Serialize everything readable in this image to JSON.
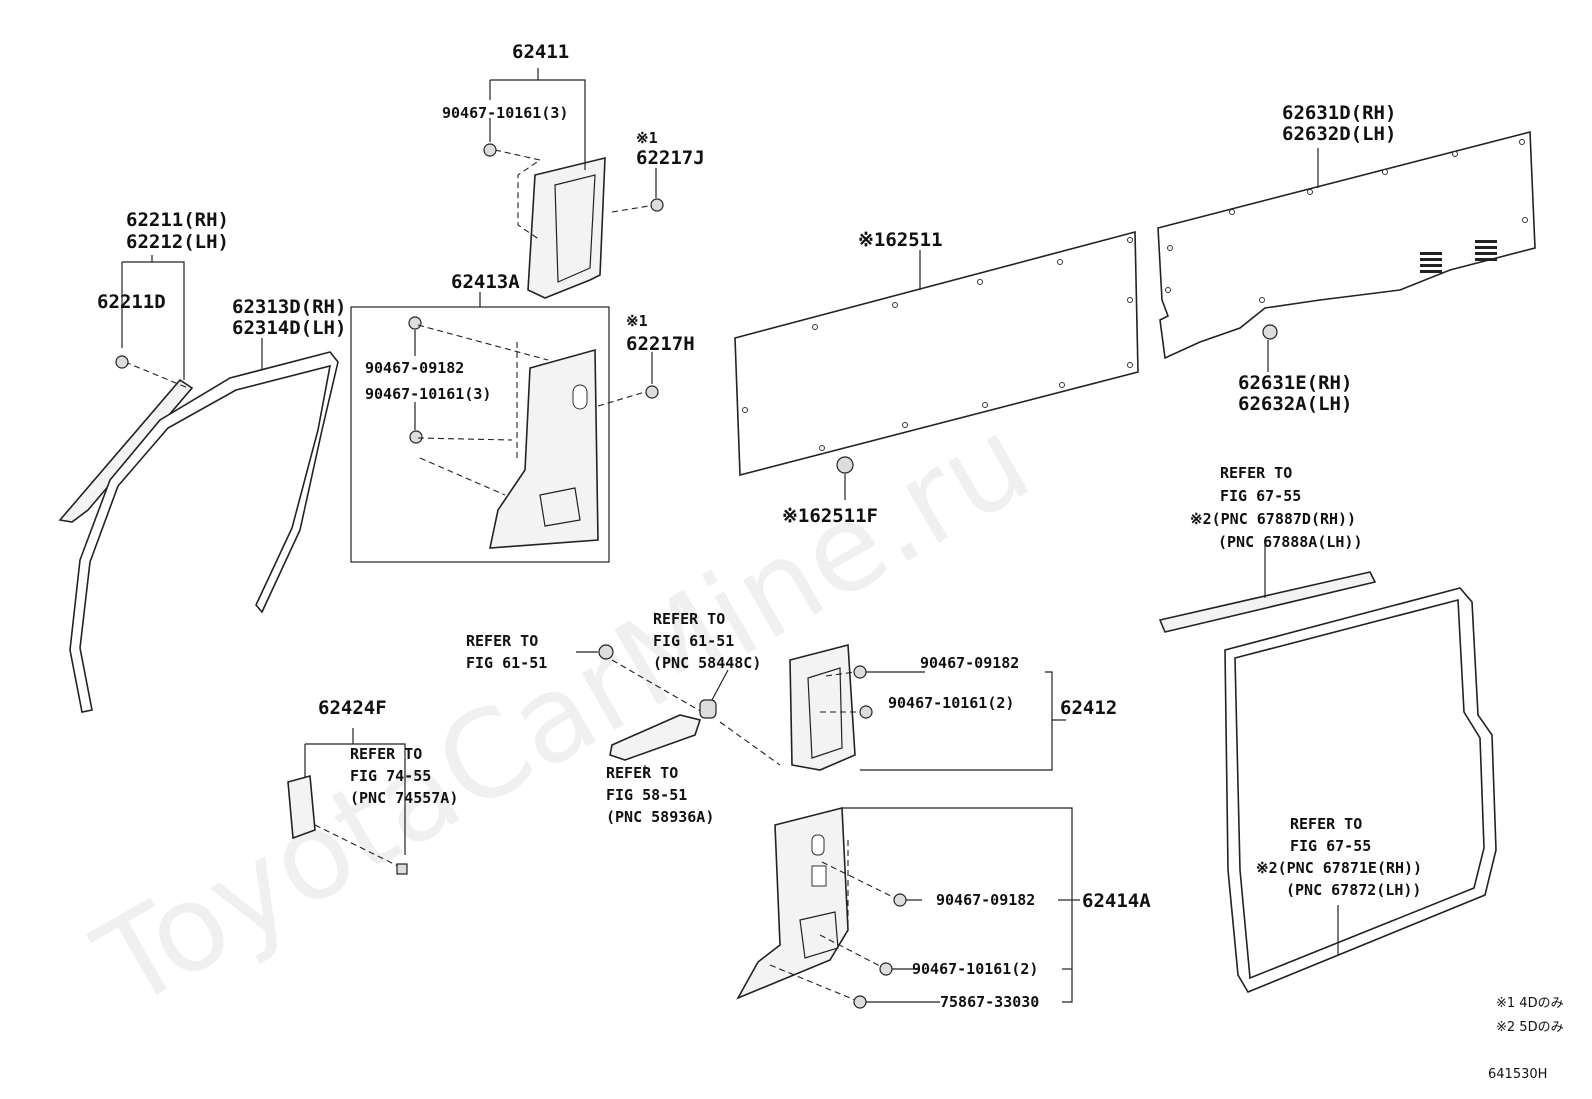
{
  "watermark": "ToyotaCarMine.ru",
  "figure_code": "641530H",
  "legend": {
    "note1": "※1 4Dのみ",
    "note2": "※2 5Dのみ"
  },
  "labels": {
    "p62411": "62411",
    "p62411_bolt": "90467-10161(3)",
    "p62217J_mark": "※1",
    "p62217J": "62217J",
    "p62211_rh": "62211(RH)",
    "p62212_lh": "62212(LH)",
    "p62211D": "62211D",
    "p62313D_rh": "62313D(RH)",
    "p62314D_lh": "62314D(LH)",
    "p62413A": "62413A",
    "p62413A_clip": "90467-09182",
    "p62413A_bolt": "90467-10161(3)",
    "p62217H_mark": "※1",
    "p62217H": "62217H",
    "p62511": "※162511",
    "p62511F": "※162511F",
    "p62631D_rh": "62631D(RH)",
    "p62632D_lh": "62632D(LH)",
    "p62631E_rh": "62631E(RH)",
    "p62632A_lh": "62632A(LH)",
    "ref67_887_l1": "REFER TO",
    "ref67_887_l2": "FIG 67-55",
    "ref67_887_l3": "※2(PNC 67887D(RH))",
    "ref67_887_l4": "(PNC 67888A(LH))",
    "ref61_a_l1": "REFER TO",
    "ref61_a_l2": "FIG 61-51",
    "ref61_b_l1": "REFER TO",
    "ref61_b_l2": "FIG 61-51",
    "ref61_b_l3": "(PNC 58448C)",
    "p62412_clip": "90467-09182",
    "p62412_bolt": "90467-10161(2)",
    "p62412": "62412",
    "p62424F": "62424F",
    "ref74_l1": "REFER TO",
    "ref74_l2": "FIG 74-55",
    "ref74_l3": "(PNC 74557A)",
    "ref58_l1": "REFER TO",
    "ref58_l2": "FIG 58-51",
    "ref58_l3": "(PNC 58936A)",
    "p62414A_clip": "90467-09182",
    "p62414A": "62414A",
    "p62414A_bolt": "90467-10161(2)",
    "p62414A_screw": "75867-33030",
    "ref67_871_l1": "REFER TO",
    "ref67_871_l2": "FIG 67-55",
    "ref67_871_l3": "※2(PNC 67871E(RH))",
    "ref67_871_l4": "(PNC 67872(LH))"
  }
}
